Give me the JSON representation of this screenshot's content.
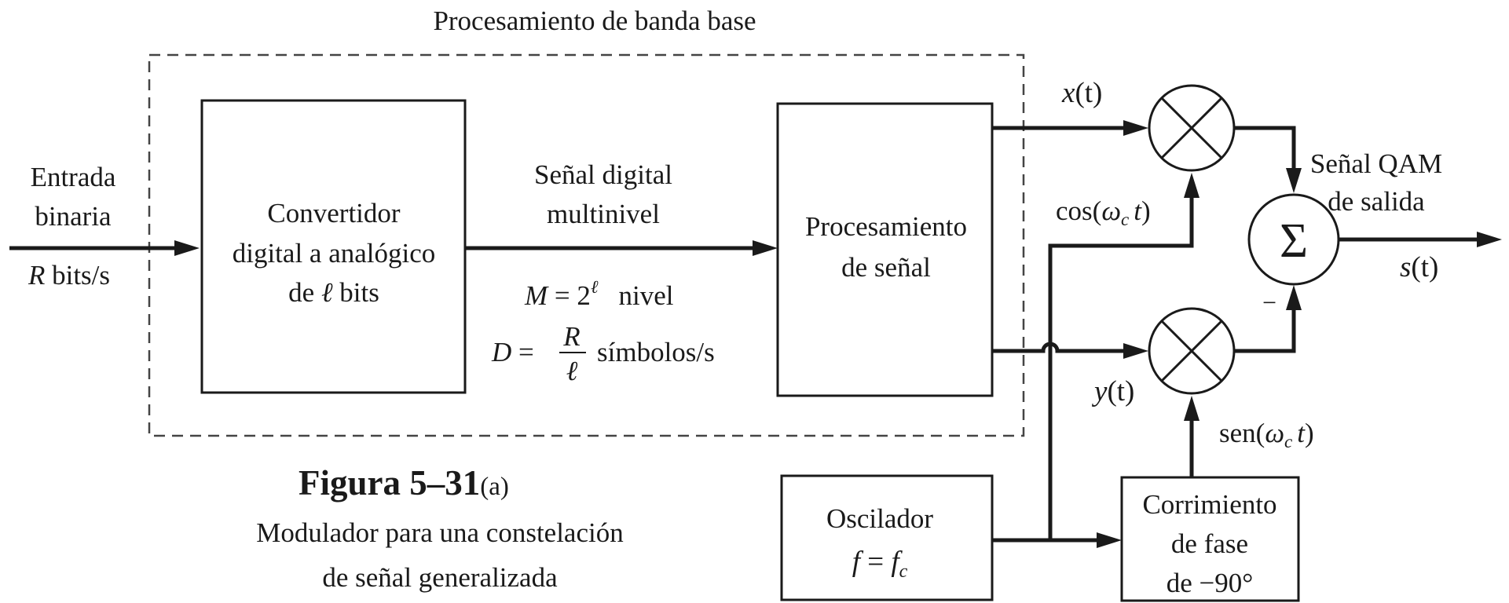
{
  "baseband": {
    "label": "Procesamiento de banda base"
  },
  "input": {
    "line1": "Entrada",
    "line2": "binaria",
    "rate_var": "R",
    "rate_unit": "bits/s"
  },
  "dac": {
    "line1": "Convertidor",
    "line2": "digital a analógico",
    "line3_pre": "de",
    "line3_var": "ℓ",
    "line3_post": "bits"
  },
  "multilevel": {
    "line1": "Señal digital",
    "line2": "multinivel",
    "m_lhs": "M",
    "m_eq": "=",
    "m_base": "2",
    "m_exp": "ℓ",
    "m_unit": "nivel",
    "d_lhs": "D",
    "d_eq": "=",
    "d_num": "R",
    "d_den": "ℓ",
    "d_unit": "símbolos/s"
  },
  "signal_proc": {
    "line1": "Procesamiento",
    "line2": "de señal"
  },
  "signals": {
    "x_var": "x",
    "x_arg": "(t)",
    "y_var": "y",
    "y_arg": "(t)",
    "cos_fn": "cos(",
    "omega": "ω",
    "sub_c": "c",
    "t": "t",
    "close": ")",
    "sen_fn": "sen(",
    "s_var": "s",
    "s_arg": "(t)"
  },
  "summer": {
    "symbol": "Σ",
    "minus": "−"
  },
  "output": {
    "line1": "Señal QAM",
    "line2": "de salida"
  },
  "oscillator": {
    "line1": "Oscilador",
    "f": "f",
    "eq": "=",
    "fc_f": "f",
    "fc_sub": "c"
  },
  "phase_shift": {
    "line1": "Corrimiento",
    "line2": "de fase",
    "line3": "de −90°"
  },
  "caption": {
    "fig": "Figura 5–31",
    "fig_sub": "(a)",
    "line1": "Modulador para una constelación",
    "line2": "de señal generalizada"
  }
}
